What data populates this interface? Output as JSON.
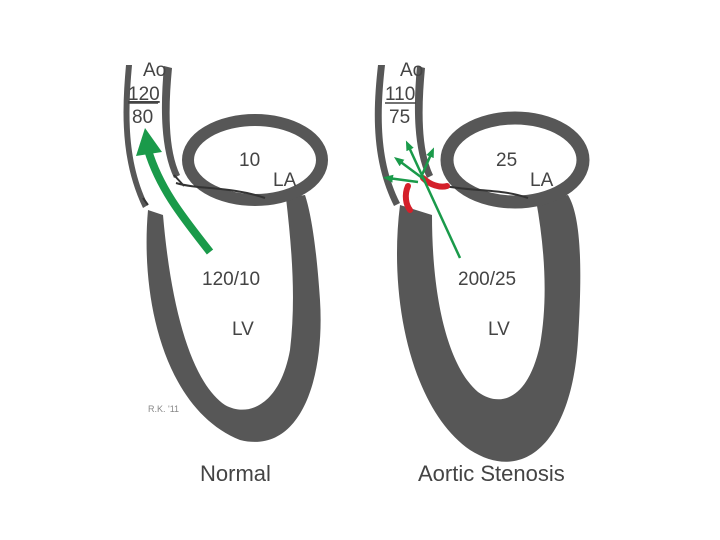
{
  "colors": {
    "wall": "#575757",
    "flow": "#1a9a4a",
    "stenosis": "#d4202a",
    "text": "#444444",
    "background": "#ffffff"
  },
  "normal": {
    "aorta_label": "Ao",
    "aortic_systolic": "120",
    "aortic_diastolic": "80",
    "la_pressure": "10",
    "la_label": "LA",
    "lv_pressure": "120/10",
    "lv_label": "LV",
    "caption": "Normal",
    "signature": "R.K. '11"
  },
  "stenosis": {
    "aorta_label": "Ao",
    "aortic_systolic": "110",
    "aortic_diastolic": "75",
    "la_pressure": "25",
    "la_label": "LA",
    "lv_pressure": "200/25",
    "lv_label": "LV",
    "caption": "Aortic Stenosis"
  },
  "icons": {
    "normal_flow": "green-arrow",
    "stenotic_jet": "green-multi-arrow",
    "valve_leaflets": "red-thickened-leaflets"
  }
}
